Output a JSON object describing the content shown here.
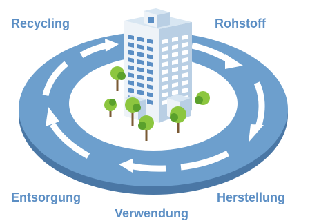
{
  "stages": {
    "recycling": "Recycling",
    "rohstoff": "Rohstoff",
    "herstellung": "Herstellung",
    "verwendung": "Verwendung",
    "entsorgung": "Entsorgung"
  },
  "colors": {
    "label_text": "#5b8ec4",
    "ring_top": "#6d9fcd",
    "ring_side": "#4a77a5",
    "arrow": "#ffffff",
    "building_front": "#eef3f8",
    "building_side": "#b9cfe4",
    "building_roof": "#d8e6f2",
    "window": "#5b8ec4",
    "tree_light": "#8cc63f",
    "tree_dark": "#5aa02c",
    "trunk": "#7a5a34"
  }
}
